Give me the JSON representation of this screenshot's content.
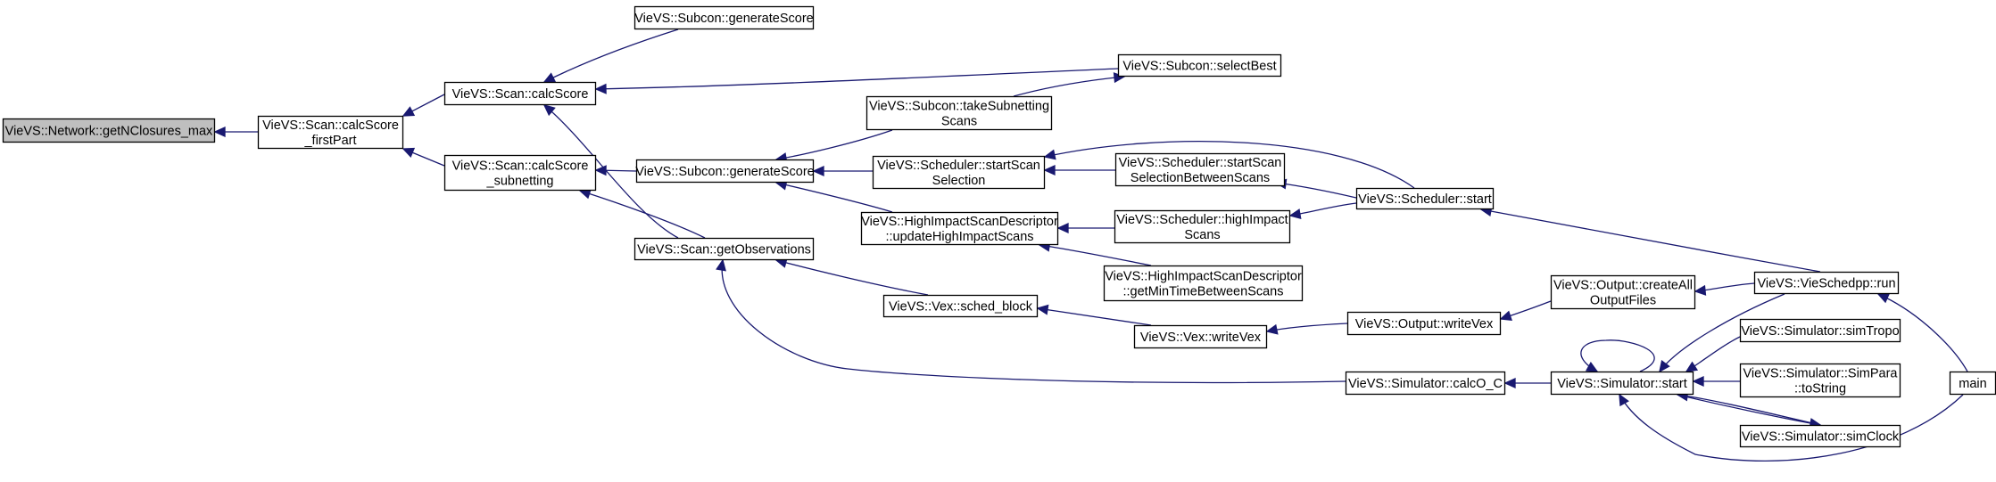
{
  "graph": {
    "root": "n_root",
    "nodes": [
      {
        "id": "n_root",
        "lines": [
          "VieVS::Network::getNClosures_max"
        ],
        "root": true
      },
      {
        "id": "n_first",
        "lines": [
          "VieVS::Scan::calcScore",
          "_firstPart"
        ]
      },
      {
        "id": "n_calcScore",
        "lines": [
          "VieVS::Scan::calcScore"
        ]
      },
      {
        "id": "n_subnet",
        "lines": [
          "VieVS::Scan::calcScore",
          "_subnetting"
        ]
      },
      {
        "id": "n_getObs",
        "lines": [
          "VieVS::Scan::getObservations"
        ]
      },
      {
        "id": "n_sub_gen_top",
        "lines": [
          "VieVS::Subcon::generateScore"
        ]
      },
      {
        "id": "n_selectBest",
        "lines": [
          "VieVS::Subcon::selectBest"
        ]
      },
      {
        "id": "n_sub_gen",
        "lines": [
          "VieVS::Subcon::generateScore"
        ]
      },
      {
        "id": "n_takeSub",
        "lines": [
          "VieVS::Subcon::takeSubnetting",
          "Scans"
        ]
      },
      {
        "id": "n_startScanSel",
        "lines": [
          "VieVS::Scheduler::startScan",
          "Selection"
        ]
      },
      {
        "id": "n_updateHI",
        "lines": [
          "VieVS::HighImpactScanDescriptor",
          "::updateHighImpactScans"
        ]
      },
      {
        "id": "n_startBetween",
        "lines": [
          "VieVS::Scheduler::startScan",
          "SelectionBetweenScans"
        ]
      },
      {
        "id": "n_highImpact",
        "lines": [
          "VieVS::Scheduler::highImpact",
          "Scans"
        ]
      },
      {
        "id": "n_getMinTime",
        "lines": [
          "VieVS::HighImpactScanDescriptor",
          "::getMinTimeBetweenScans"
        ]
      },
      {
        "id": "n_schedStart",
        "lines": [
          "VieVS::Scheduler::start"
        ]
      },
      {
        "id": "n_schedBlock",
        "lines": [
          "VieVS::Vex::sched_block"
        ]
      },
      {
        "id": "n_writeVex",
        "lines": [
          "VieVS::Vex::writeVex"
        ]
      },
      {
        "id": "n_outWriteVex",
        "lines": [
          "VieVS::Output::writeVex"
        ]
      },
      {
        "id": "n_createAll",
        "lines": [
          "VieVS::Output::createAll",
          "OutputFiles"
        ]
      },
      {
        "id": "n_run",
        "lines": [
          "VieVS::VieSchedpp::run"
        ]
      },
      {
        "id": "n_calcOC",
        "lines": [
          "VieVS::Simulator::calcO_C"
        ]
      },
      {
        "id": "n_simStart",
        "lines": [
          "VieVS::Simulator::start"
        ]
      },
      {
        "id": "n_simTropo",
        "lines": [
          "VieVS::Simulator::simTropo"
        ]
      },
      {
        "id": "n_simPara",
        "lines": [
          "VieVS::Simulator::SimPara",
          "::toString"
        ]
      },
      {
        "id": "n_simClock",
        "lines": [
          "VieVS::Simulator::simClock"
        ]
      },
      {
        "id": "n_main",
        "lines": [
          "main"
        ]
      }
    ],
    "edges": [
      {
        "from": "n_first",
        "to": "n_root"
      },
      {
        "from": "n_calcScore",
        "to": "n_first"
      },
      {
        "from": "n_subnet",
        "to": "n_first"
      },
      {
        "from": "n_sub_gen_top",
        "to": "n_calcScore"
      },
      {
        "from": "n_selectBest",
        "to": "n_calcScore"
      },
      {
        "from": "n_getObs",
        "to": "n_calcScore"
      },
      {
        "from": "n_sub_gen",
        "to": "n_subnet"
      },
      {
        "from": "n_getObs",
        "to": "n_subnet"
      },
      {
        "from": "n_takeSub",
        "to": "n_selectBest"
      },
      {
        "from": "n_takeSub",
        "to": "n_sub_gen"
      },
      {
        "from": "n_startScanSel",
        "to": "n_sub_gen"
      },
      {
        "from": "n_updateHI",
        "to": "n_sub_gen"
      },
      {
        "from": "n_startBetween",
        "to": "n_startScanSel"
      },
      {
        "from": "n_schedStart",
        "to": "n_startScanSel"
      },
      {
        "from": "n_highImpact",
        "to": "n_updateHI"
      },
      {
        "from": "n_getMinTime",
        "to": "n_updateHI"
      },
      {
        "from": "n_schedStart",
        "to": "n_startBetween"
      },
      {
        "from": "n_schedStart",
        "to": "n_highImpact"
      },
      {
        "from": "n_run",
        "to": "n_schedStart"
      },
      {
        "from": "n_schedBlock",
        "to": "n_getObs"
      },
      {
        "from": "n_calcOC",
        "to": "n_getObs"
      },
      {
        "from": "n_writeVex",
        "to": "n_schedBlock"
      },
      {
        "from": "n_outWriteVex",
        "to": "n_writeVex"
      },
      {
        "from": "n_createAll",
        "to": "n_outWriteVex"
      },
      {
        "from": "n_run",
        "to": "n_createAll"
      },
      {
        "from": "n_main",
        "to": "n_run"
      },
      {
        "from": "n_simStart",
        "to": "n_calcOC"
      },
      {
        "from": "n_simStart",
        "to": "n_simStart"
      },
      {
        "from": "n_run",
        "to": "n_simStart"
      },
      {
        "from": "n_simTropo",
        "to": "n_simStart"
      },
      {
        "from": "n_simPara",
        "to": "n_simStart"
      },
      {
        "from": "n_simClock",
        "to": "n_simStart"
      },
      {
        "from": "n_main",
        "to": "n_simStart"
      },
      {
        "from": "n_simStart",
        "to": "n_simClock"
      }
    ]
  }
}
